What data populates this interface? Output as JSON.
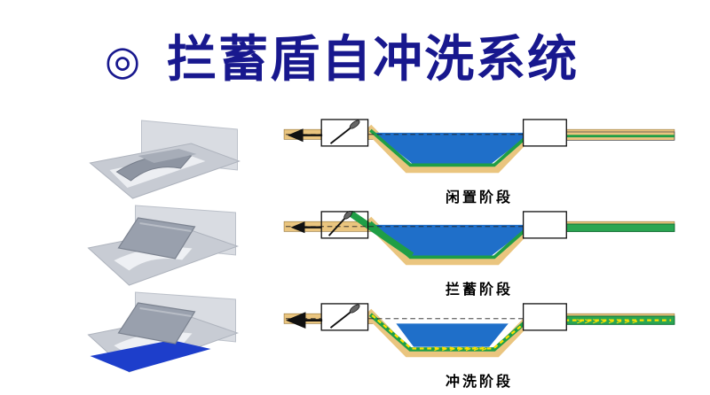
{
  "slide": {
    "bullet": "◎",
    "title": "拦蓄盾自冲洗系统"
  },
  "stages": [
    {
      "label": "闲置阶段"
    },
    {
      "label": "拦蓄阶段"
    },
    {
      "label": "冲洗阶段"
    }
  ],
  "colors": {
    "title_text": "#18188e",
    "water": "#1f6fc9",
    "soil_layer": "#eac57f",
    "green_lining": "#1f9e46",
    "flush_arrows": "#ffe100",
    "label_text": "#000000"
  }
}
